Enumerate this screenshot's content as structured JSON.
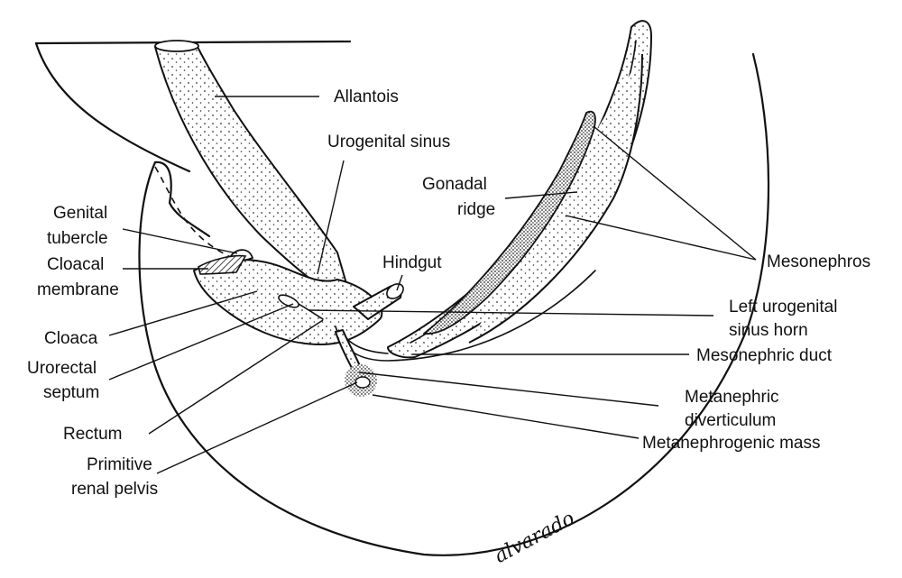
{
  "labels": {
    "allantois": "Allantois",
    "urogenital_sinus": "Urogenital sinus",
    "gonadal_ridge_1": "Gonadal",
    "gonadal_ridge_2": "ridge",
    "genital_tubercle_1": "Genital",
    "genital_tubercle_2": "tubercle",
    "cloacal_membrane_1": "Cloacal",
    "cloacal_membrane_2": "membrane",
    "hindgut": "Hindgut",
    "mesonephros": "Mesonephros",
    "left_urogenital_sinus_horn_1": "Left urogenital",
    "left_urogenital_sinus_horn_2": "sinus horn",
    "cloaca": "Cloaca",
    "urorectal_septum_1": "Urorectal",
    "urorectal_septum_2": "septum",
    "mesonephric_duct": "Mesonephric duct",
    "metanephric_diverticulum_1": "Metanephric",
    "metanephric_diverticulum_2": "diverticulum",
    "rectum": "Rectum",
    "metanephrogenic_mass": "Metanephrogenic mass",
    "primitive_renal_pelvis_1": "Primitive",
    "primitive_renal_pelvis_2": "renal pelvis"
  },
  "signature": "alvarado"
}
